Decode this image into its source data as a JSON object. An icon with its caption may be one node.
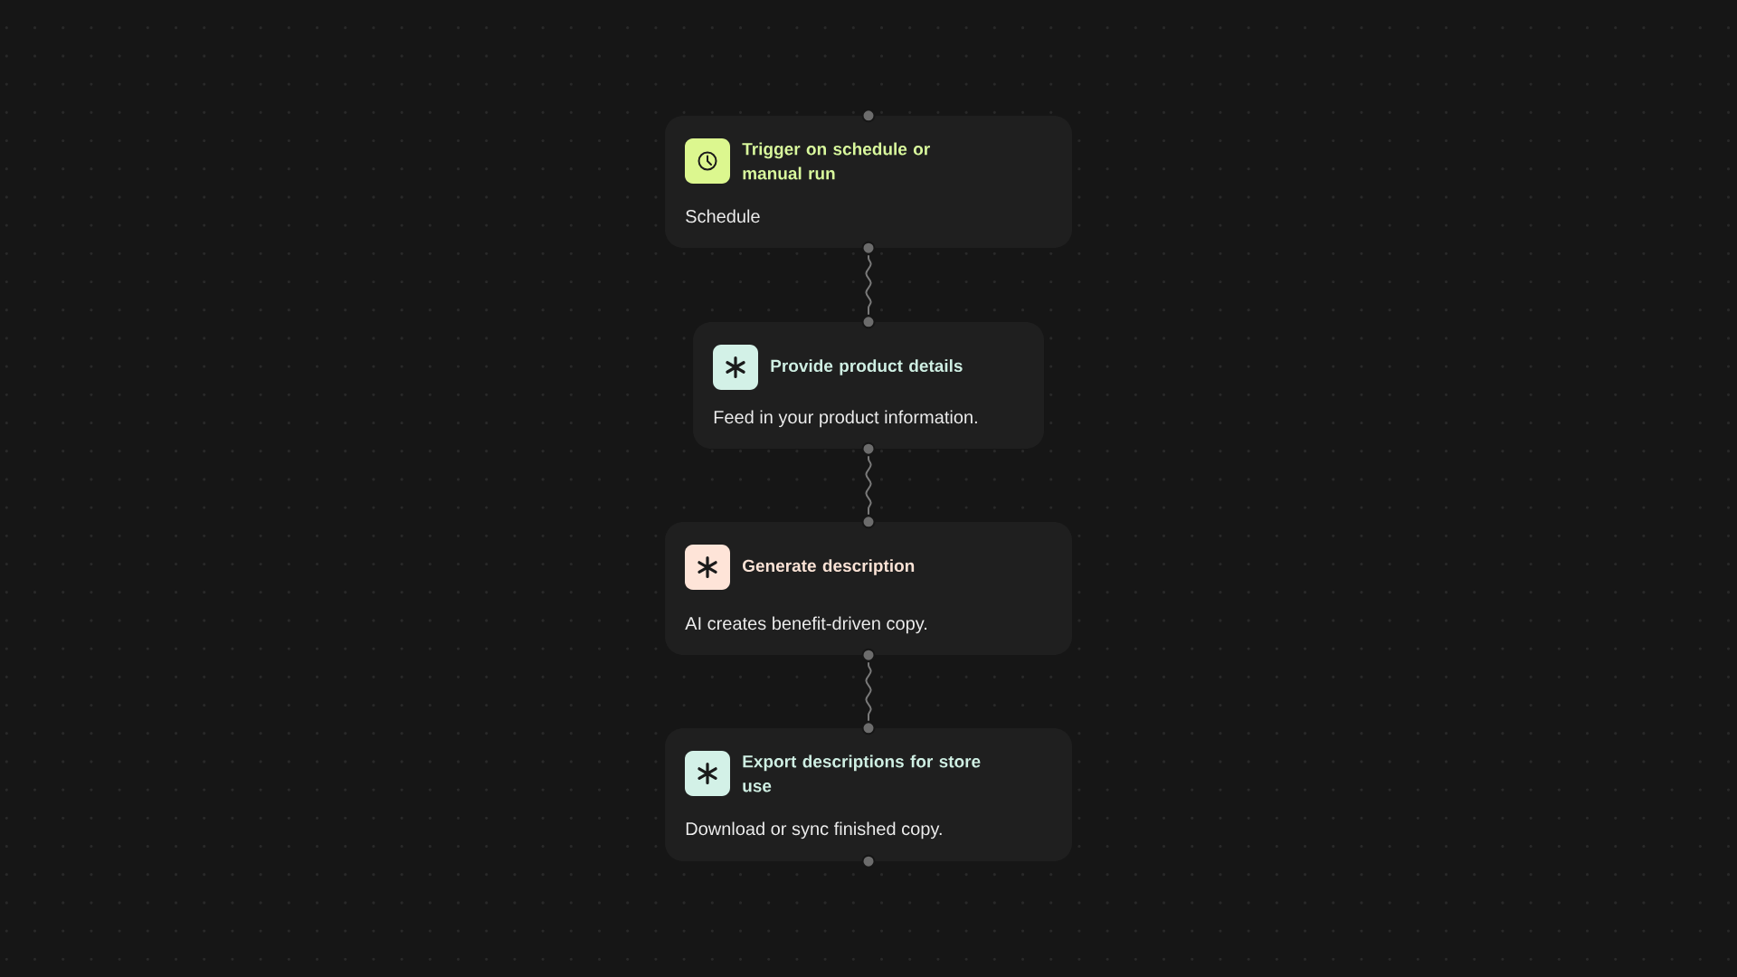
{
  "diagram": {
    "nodes": [
      {
        "text": [
          "Trigger on schedule or manual run",
          "Schedule"
        ]
      },
      {
        "text": [
          "Provide product details",
          "Feed in your product information."
        ]
      },
      {
        "text": [
          "Generate description",
          "AI creates benefit-driven copy."
        ]
      },
      {
        "text": [
          "Export descriptions for store use",
          "Download or sync finished copy."
        ]
      }
    ],
    "edges": [
      {
        "from": 0,
        "to": 1,
        "arrow": "none"
      },
      {
        "from": 1,
        "to": 2,
        "arrow": "none"
      },
      {
        "from": 2,
        "to": 3,
        "arrow": "none"
      }
    ]
  }
}
